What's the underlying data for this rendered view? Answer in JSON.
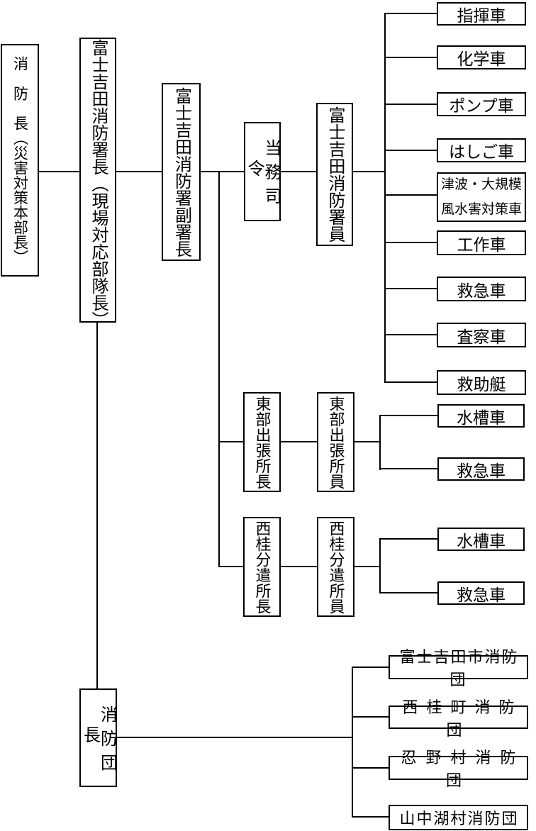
{
  "org": {
    "fire_chief": "消　防　長（災害対策本部長）",
    "station_chief": "富士吉田消防署長（現場対応部隊長）",
    "deputy_chief": "富士吉田消防署副署長",
    "duty_commander": "当務司令",
    "station_staff": "富士吉田消防署員",
    "station_vehicles": [
      "指揮車",
      "化学車",
      "ポンプ車",
      "はしご車",
      "津波・大規模\n風水害対策車",
      "工作車",
      "救急車",
      "査察車",
      "救助艇"
    ],
    "east_branch": {
      "chief": "東部出張所長",
      "staff": "東部出張所員",
      "vehicles": [
        "水槽車",
        "救急車"
      ]
    },
    "west_detachment": {
      "chief": "西桂分遣所長",
      "staff": "西桂分遣所員",
      "vehicles": [
        "水槽車",
        "救急車"
      ]
    },
    "brigade_chief": "消防団長",
    "brigades": [
      "富士吉田市消防団",
      "西桂町消防団",
      "忍野村消防団",
      "山中湖村消防団"
    ]
  },
  "colors": {
    "background": "#ffffff",
    "line": "#000000",
    "box_border": "#000000",
    "text": "#000000"
  }
}
